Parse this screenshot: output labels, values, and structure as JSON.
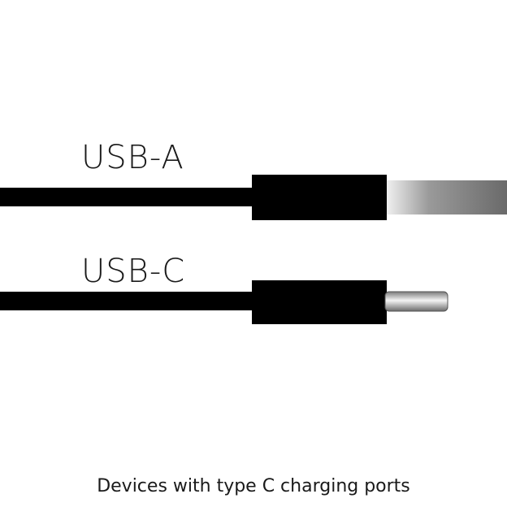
{
  "labels": {
    "usb_a": "USB-A",
    "usb_c": "USB-C"
  },
  "caption": "Devices with type C charging ports",
  "colors": {
    "cable": "#000000",
    "plug_light": "#ececec",
    "plug_dark": "#6e6e6e",
    "text": "#1a1a1a"
  },
  "icons": {
    "usb_a": "usb-a-cable-icon",
    "usb_c": "usb-c-cable-icon"
  }
}
